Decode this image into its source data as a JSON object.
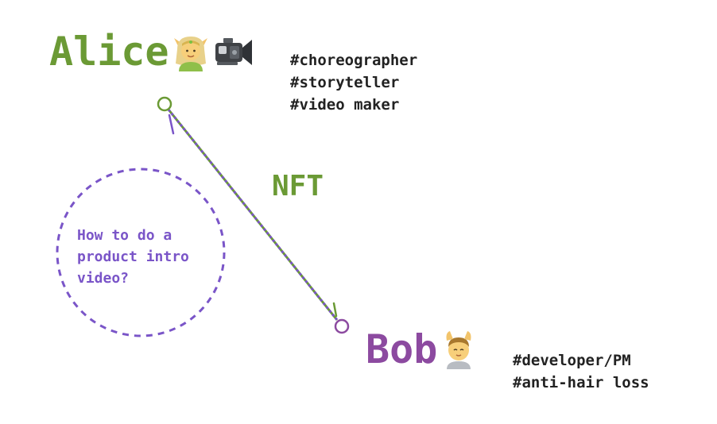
{
  "nodes": {
    "alice": {
      "name": "Alice",
      "tags": [
        "#choreographer",
        "#storyteller",
        "#video maker"
      ],
      "color": "#6b9a35"
    },
    "bob": {
      "name": "Bob",
      "tags": [
        "#developer/PM",
        "#anti-hair loss"
      ],
      "color": "#8c4aa0"
    }
  },
  "edge": {
    "label": "NFT",
    "color": "#6b9a35",
    "dash_color": "#7a55c8"
  },
  "note": {
    "lines": [
      "How to do a",
      "product intro",
      "video?"
    ],
    "color": "#7a55c8"
  },
  "icons": {
    "alice": [
      "elf-icon",
      "video-camera-icon"
    ],
    "bob": [
      "head-massage-icon"
    ]
  }
}
